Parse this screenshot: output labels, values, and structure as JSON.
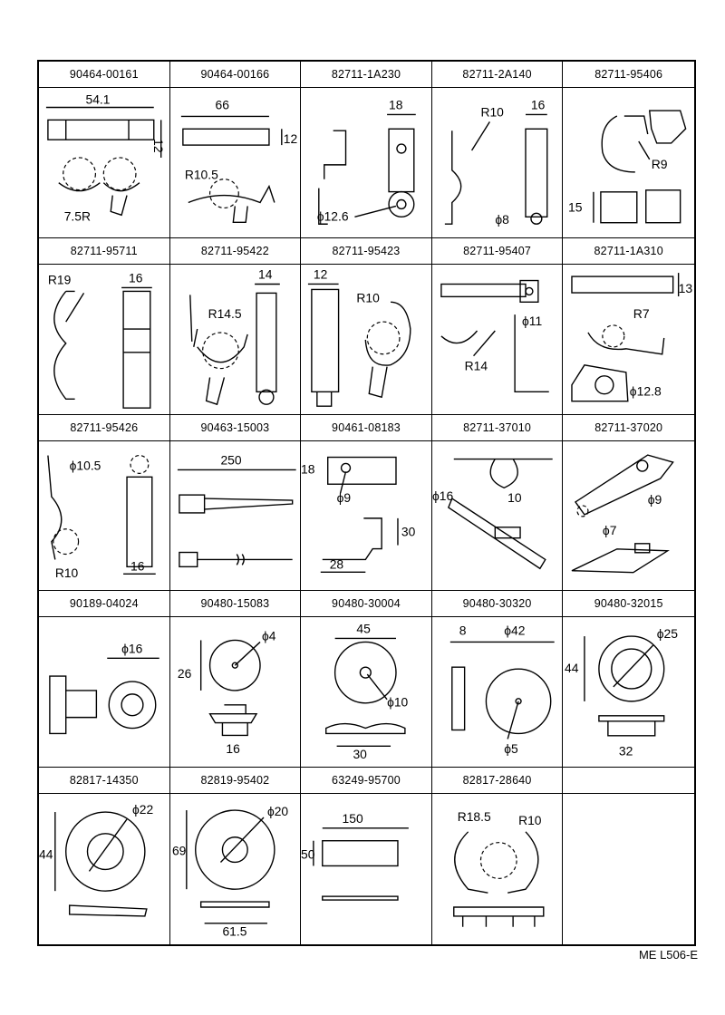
{
  "sheet": {
    "reference": "ME L506-E",
    "cells": [
      {
        "part_number": "90464-00161",
        "dims": [
          "54.1",
          "12",
          "7.5R"
        ]
      },
      {
        "part_number": "90464-00166",
        "dims": [
          "66",
          "12",
          "R10.5"
        ]
      },
      {
        "part_number": "82711-1A230",
        "dims": [
          "18",
          "ϕ12.6"
        ]
      },
      {
        "part_number": "82711-2A140",
        "dims": [
          "R10",
          "16",
          "ϕ8"
        ]
      },
      {
        "part_number": "82711-95406",
        "dims": [
          "R9",
          "15"
        ]
      },
      {
        "part_number": "82711-95711",
        "dims": [
          "R19",
          "16"
        ]
      },
      {
        "part_number": "82711-95422",
        "dims": [
          "14",
          "R14.5"
        ]
      },
      {
        "part_number": "82711-95423",
        "dims": [
          "12",
          "R10"
        ]
      },
      {
        "part_number": "82711-95407",
        "dims": [
          "ϕ11",
          "R14"
        ]
      },
      {
        "part_number": "82711-1A310",
        "dims": [
          "13",
          "R7",
          "ϕ12.8"
        ]
      },
      {
        "part_number": "82711-95426",
        "dims": [
          "ϕ10.5",
          "R10",
          "16"
        ]
      },
      {
        "part_number": "90463-15003",
        "dims": [
          "250"
        ]
      },
      {
        "part_number": "90461-08183",
        "dims": [
          "18",
          "ϕ9",
          "30",
          "28"
        ]
      },
      {
        "part_number": "82711-37010",
        "dims": [
          "10",
          "ϕ16"
        ]
      },
      {
        "part_number": "82711-37020",
        "dims": [
          "ϕ9",
          "ϕ7"
        ]
      },
      {
        "part_number": "90189-04024",
        "dims": [
          "ϕ16"
        ]
      },
      {
        "part_number": "90480-15083",
        "dims": [
          "ϕ4",
          "26",
          "16"
        ]
      },
      {
        "part_number": "90480-30004",
        "dims": [
          "45",
          "ϕ10",
          "30"
        ]
      },
      {
        "part_number": "90480-30320",
        "dims": [
          "8",
          "ϕ42",
          "ϕ5"
        ]
      },
      {
        "part_number": "90480-32015",
        "dims": [
          "ϕ25",
          "44",
          "32"
        ]
      },
      {
        "part_number": "82817-14350",
        "dims": [
          "ϕ22",
          "44"
        ]
      },
      {
        "part_number": "82819-95402",
        "dims": [
          "ϕ20",
          "69",
          "61.5"
        ]
      },
      {
        "part_number": "63249-95700",
        "dims": [
          "150",
          "50"
        ]
      },
      {
        "part_number": "82817-28640",
        "dims": [
          "R18.5",
          "R10"
        ]
      },
      {
        "part_number": "",
        "dims": []
      }
    ]
  }
}
